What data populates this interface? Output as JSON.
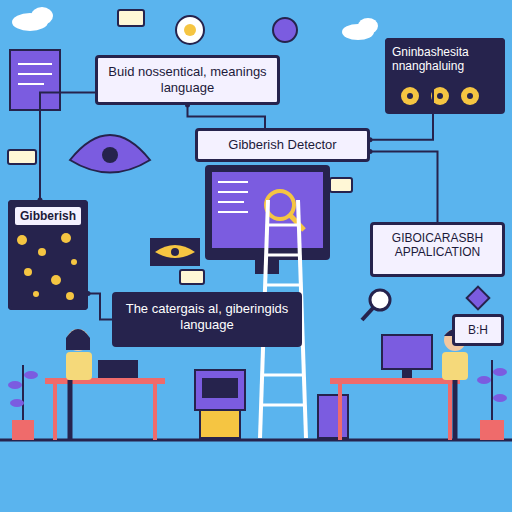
{
  "diagram": {
    "nodes": [
      {
        "text": [
          "Buid nossentical, meanings language"
        ]
      },
      {
        "text": [
          "Gninbashesita nnanghaluing"
        ]
      },
      {
        "text": [
          "Gibberish Detector"
        ]
      },
      {
        "text": [
          "Gibberish"
        ]
      },
      {
        "text": [
          "GIBOICARASBH APPALICATION"
        ]
      },
      {
        "text": [
          "The catergais al, giberingids language"
        ]
      },
      {
        "text": [
          "B:H"
        ]
      }
    ],
    "edges": [
      {
        "from": 0,
        "to": 2,
        "arrow": "none"
      },
      {
        "from": 2,
        "to": 1,
        "arrow": "none"
      },
      {
        "from": 2,
        "to": 4,
        "arrow": "none"
      },
      {
        "from": 3,
        "to": 5,
        "arrow": "none"
      },
      {
        "from": 3,
        "to": 0,
        "arrow": "none"
      }
    ]
  }
}
